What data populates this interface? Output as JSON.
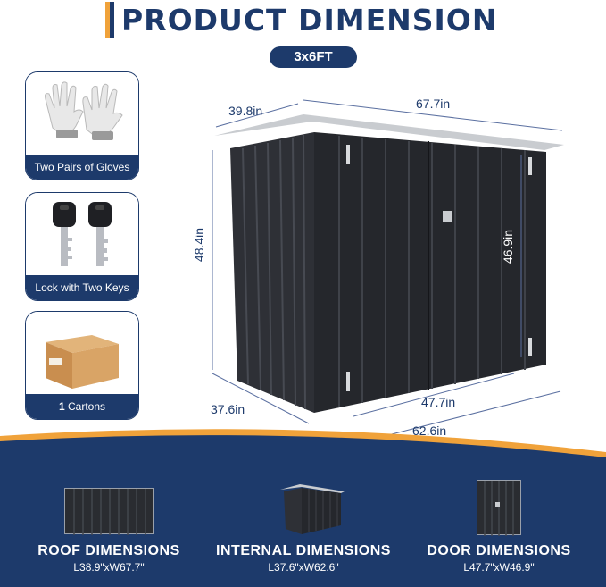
{
  "header": {
    "title": "PRODUCT DIMENSION",
    "size_label": "3x6FT"
  },
  "accessories": [
    {
      "label": "Two Pairs of Gloves",
      "icon": "gloves-icon"
    },
    {
      "label": "Lock with Two Keys",
      "icon": "keys-icon"
    },
    {
      "label_bold": "1",
      "label": " Cartons",
      "icon": "carton-icon"
    }
  ],
  "dimensions": {
    "roof_depth": "39.8in",
    "roof_width": "67.7in",
    "height": "48.4in",
    "door_height": "46.9in",
    "base_depth": "37.6in",
    "door_width": "47.7in",
    "base_width": "62.6in"
  },
  "bottom": [
    {
      "title": "ROOF DIMENSIONS",
      "sub": "L38.9\"xW67.7\""
    },
    {
      "title": "INTERNAL DIMENSIONS",
      "sub": "L37.6\"xW62.6\""
    },
    {
      "title": "DOOR DIMENSIONS",
      "sub": "L47.7\"xW46.9\""
    }
  ],
  "colors": {
    "navy": "#1d3a6b",
    "accent": "#f0a23a",
    "shed": "#2b2d33"
  }
}
